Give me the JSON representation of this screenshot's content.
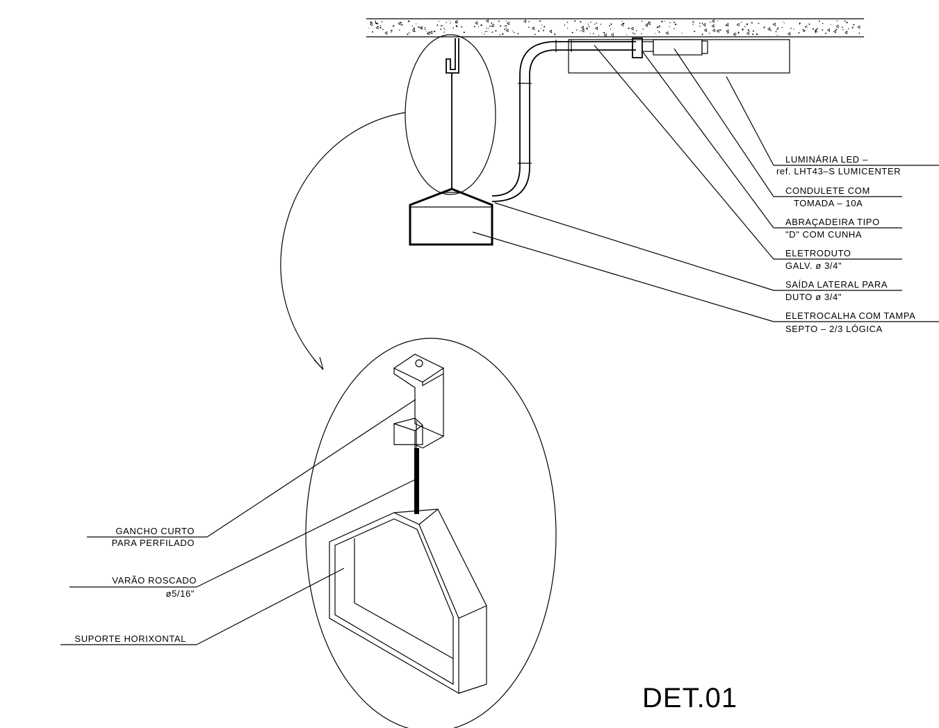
{
  "detail_title": "DET.01",
  "callouts_right": [
    {
      "id": "luminaria",
      "line1": "LUMINÁRIA  LED  –",
      "line2": "ref.  LHT43–S  LUMICENTER"
    },
    {
      "id": "condulete",
      "line1": "CONDULETE  COM",
      "line2": "TOMADA  –  10A"
    },
    {
      "id": "abracadeira",
      "line1": "ABRAÇADEIRA  TIPO",
      "line2": "\"D\"  COM  CUNHA"
    },
    {
      "id": "eletroduto",
      "line1": "ELETRODUTO",
      "line2": "GALV.  ø  3/4\""
    },
    {
      "id": "saida",
      "line1": "SAÍDA  LATERAL  PARA",
      "line2": "DUTO  ø  3/4\""
    },
    {
      "id": "eletrocalha",
      "line1": "ELETROCALHA  COM  TAMPA",
      "line2": "SEPTO  –  2/3  LÓGICA"
    }
  ],
  "callouts_left": [
    {
      "id": "gancho",
      "line1": "GANCHO  CURTO",
      "line2": "PARA  PERFILADO"
    },
    {
      "id": "varao",
      "line1": "VARÃO  ROSCADO",
      "line2": "ø5/16\""
    },
    {
      "id": "suporte",
      "line1": "SUPORTE  HORIXONTAL",
      "line2": ""
    }
  ]
}
